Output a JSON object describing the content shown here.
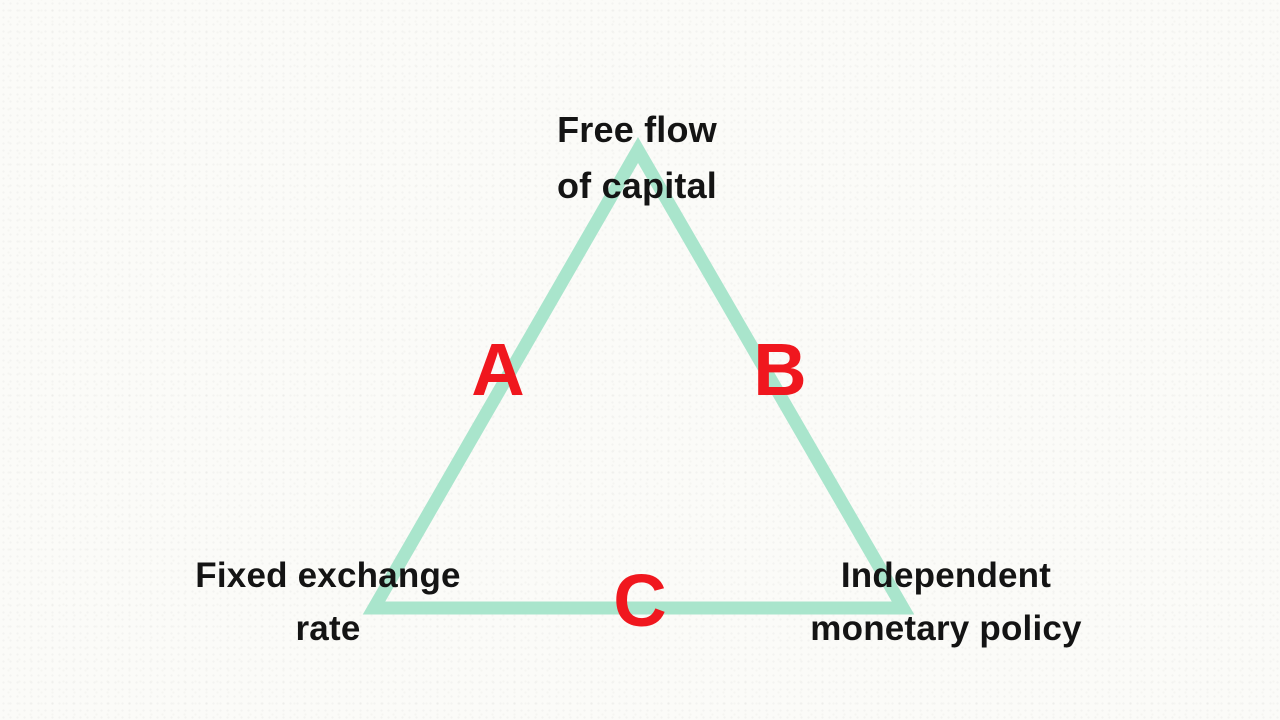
{
  "diagram": {
    "type": "triangle-trilemma",
    "triangle": {
      "stroke_color": "#A9E5CC",
      "stroke_width": "13"
    },
    "vertex_labels": {
      "top": {
        "text": "Free flow\nof capital"
      },
      "bottom_left": {
        "text": "Fixed exchange\nrate"
      },
      "bottom_right": {
        "text": "Independent\nmonetary policy"
      }
    },
    "edge_labels": {
      "left": {
        "text": "A"
      },
      "right": {
        "text": "B"
      },
      "bottom": {
        "text": "C"
      }
    },
    "colors": {
      "background": "#FBFBF8",
      "triangle_stroke": "#A9E5CC",
      "edge_label_text": "#F0171E",
      "vertex_label_text": "#141414"
    }
  }
}
